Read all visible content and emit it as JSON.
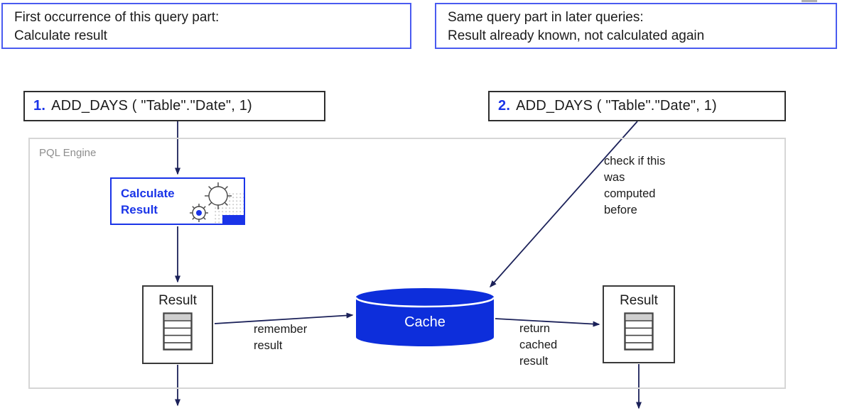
{
  "callouts": {
    "first": {
      "line1": "First occurrence of this query part:",
      "line2": "Calculate result"
    },
    "later": {
      "line1": "Same query part in later queries:",
      "line2": "Result already known, not calculated again"
    }
  },
  "queries": [
    {
      "number": "1.",
      "expression": "ADD_DAYS ( \"Table\".\"Date\", 1)"
    },
    {
      "number": "2.",
      "expression": "ADD_DAYS ( \"Table\".\"Date\", 1)"
    }
  ],
  "engine": {
    "label": "PQL Engine"
  },
  "nodes": {
    "calculate": {
      "text": "Calculate\nResult"
    },
    "result_left": {
      "label": "Result"
    },
    "result_right": {
      "label": "Result"
    },
    "cache": {
      "label": "Cache"
    }
  },
  "edge_labels": {
    "check": "check if this\nwas\ncomputed\nbefore",
    "remember": "remember\nresult",
    "return": "return\ncached\nresult"
  },
  "colors": {
    "brand_blue": "#1a34e8",
    "callout_border_blue": "#4a5bf0",
    "cache_blue": "#0d2edb",
    "arrow_navy": "#1b2159",
    "engine_border_gray": "#d6d6d6",
    "engine_label_gray": "#8e8e8e",
    "node_border_dark": "#2e2e2e",
    "table_header_gray": "#cfcfcf"
  }
}
